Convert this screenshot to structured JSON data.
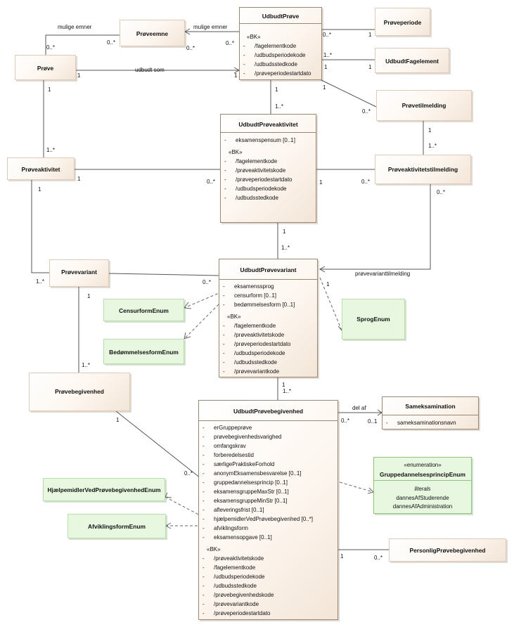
{
  "classes": {
    "udbudt_proeve": {
      "name": "UdbudtPrøve",
      "stereotype": "«BK»",
      "attrs": [
        {
          "vis": "-",
          "name": "/fagelementkode"
        },
        {
          "vis": "-",
          "name": "/udbudsperiodekode"
        },
        {
          "vis": "-",
          "name": "/udbudsstedkode"
        },
        {
          "vis": "-",
          "name": "/prøveperiodestartdato"
        }
      ]
    },
    "proeveemne": {
      "name": "Prøveemne"
    },
    "proeve": {
      "name": "Prøve"
    },
    "proeveperiode": {
      "name": "Prøveperiode"
    },
    "udbudt_fagelement": {
      "name": "UdbudtFagelement"
    },
    "proevetilmelding": {
      "name": "Prøvetilmelding"
    },
    "udbudt_proeveaktivitet": {
      "name": "UdbudtPrøveaktivitet",
      "attrs": [
        {
          "vis": "-",
          "name": "eksamenspensum [0..1]"
        }
      ],
      "stereotype": "«BK»",
      "bk_attrs": [
        {
          "vis": "-",
          "name": "/fagelementkode"
        },
        {
          "vis": "-",
          "name": "/prøveaktivitetskode"
        },
        {
          "vis": "-",
          "name": "/prøveperiodestartdato"
        },
        {
          "vis": "-",
          "name": "/udbudsperiodekode"
        },
        {
          "vis": "-",
          "name": "/udbudsstedkode"
        }
      ]
    },
    "proeveaktivitet": {
      "name": "Prøveaktivitet"
    },
    "proeveaktivitetstilmelding": {
      "name": "Prøveaktivitetstilmelding"
    },
    "proevevariant": {
      "name": "Prøvevariant"
    },
    "udbudt_proevevariant": {
      "name": "UdbudtPrøvevariant",
      "attrs": [
        {
          "vis": "-",
          "name": "eksamenssprog"
        },
        {
          "vis": "-",
          "name": "censurform [0..1]"
        },
        {
          "vis": "-",
          "name": "bedømmelsesform [0..1]"
        }
      ],
      "stereotype": "«BK»",
      "bk_attrs": [
        {
          "vis": "-",
          "name": "/fagelementkode"
        },
        {
          "vis": "-",
          "name": "/prøveaktivitetskode"
        },
        {
          "vis": "-",
          "name": "/prøveperiodestartdato"
        },
        {
          "vis": "-",
          "name": "/udbudsperiodekode"
        },
        {
          "vis": "-",
          "name": "/udbudsstedkode"
        },
        {
          "vis": "-",
          "name": "/prøvevariantkode"
        }
      ]
    },
    "censurform_enum": {
      "name": "CensurformEnum"
    },
    "sprog_enum": {
      "name": "SprogEnum"
    },
    "bedoemmelsesform_enum": {
      "name": "BedømmelsesformEnum"
    },
    "proevebegivenhed": {
      "name": "Prøvebegivenhed"
    },
    "udbudt_proevebegivenhed": {
      "name": "UdbudtPrøvebegivenhed",
      "attrs": [
        {
          "vis": "-",
          "name": "erGruppeprøve"
        },
        {
          "vis": "-",
          "name": "prøvebegivenhedsvarighed"
        },
        {
          "vis": "-",
          "name": "omfangskrav"
        },
        {
          "vis": "-",
          "name": "forberedelsestid"
        },
        {
          "vis": "-",
          "name": "særligePraktiskeForhold"
        },
        {
          "vis": "-",
          "name": "anonymEksamensbesvarelse [0..1]"
        },
        {
          "vis": "-",
          "name": "gruppedannelsesprincip [0..1]"
        },
        {
          "vis": "-",
          "name": "eksamensgruppeMaxStr [0..1]"
        },
        {
          "vis": "-",
          "name": "eksamensgruppeMinStr [0..1]"
        },
        {
          "vis": "-",
          "name": "afleveringsfrist [0..1]"
        },
        {
          "vis": "-",
          "name": "hjælpemidlerVedPrøvebegivenhed [0..*]"
        },
        {
          "vis": "-",
          "name": "afviklingsform"
        },
        {
          "vis": "-",
          "name": "eksamensopgave [0..1]"
        }
      ],
      "stereotype": "«BK»",
      "bk_attrs": [
        {
          "vis": "-",
          "name": "/prøveaktivitetskode"
        },
        {
          "vis": "-",
          "name": "/fagelementkode"
        },
        {
          "vis": "-",
          "name": "/udbudsperiodekode"
        },
        {
          "vis": "-",
          "name": "/udbudsstedkode"
        },
        {
          "vis": "-",
          "name": "/prøvebegivenhedskode"
        },
        {
          "vis": "-",
          "name": "/prøvevariantkode"
        },
        {
          "vis": "-",
          "name": "/prøveperiodestartdato"
        }
      ]
    },
    "sameksamination": {
      "name": "Sameksamination",
      "attrs": [
        {
          "vis": "-",
          "name": "sameksaminationsnavn"
        }
      ]
    },
    "gruppedannelsesprincip_enum": {
      "stereotype": "«enumeration»",
      "name": "GruppedannelsesprincipEnum",
      "section": "literals",
      "literals": [
        "dannesAfStuderende",
        "dannesAfAdministration"
      ]
    },
    "hjaelpemidler_enum": {
      "name": "HjælpemidlerVedPrøvebegivenhedEnum"
    },
    "afviklingsform_enum": {
      "name": "AfviklingsformEnum"
    },
    "personlig_proevebegivenhed": {
      "name": "PersonligPrøvebegivenhed"
    }
  },
  "associations": {
    "mulige_emner_left": "mulige emner",
    "mulige_emner_right": "mulige emner",
    "udbudt_som": "udbudt som",
    "del_af": "del af",
    "proevevarianttilmelding": "prøvevarianttilmelding"
  },
  "multiplicities": {
    "m01": "0..*",
    "m02": "0..*",
    "m03": "0..*",
    "m04": "0..*",
    "m05": "1",
    "m06": "1",
    "m07": "1",
    "m08": "1..*",
    "m09": "1",
    "m10": "1",
    "m11": "1..*",
    "m12": "1",
    "m13": "1..*",
    "m14": "1",
    "m15": "0..*",
    "m16": "1..*",
    "m17": "1",
    "m18": "1",
    "m19": "1",
    "m20": "1..*",
    "m21": "1",
    "m22": "0..*",
    "m23": "0..*",
    "m24": "1",
    "m25": "0..*",
    "m26": "1",
    "m27": "1..*",
    "m28": "1..*",
    "m29": "0..*",
    "m30": "1",
    "m31": "1",
    "m32": "1",
    "m33": "1..*",
    "m34": "1",
    "m35": "0..*",
    "m36": "0..*",
    "m37": "0..1",
    "m38": "1",
    "m39": "0..*"
  }
}
